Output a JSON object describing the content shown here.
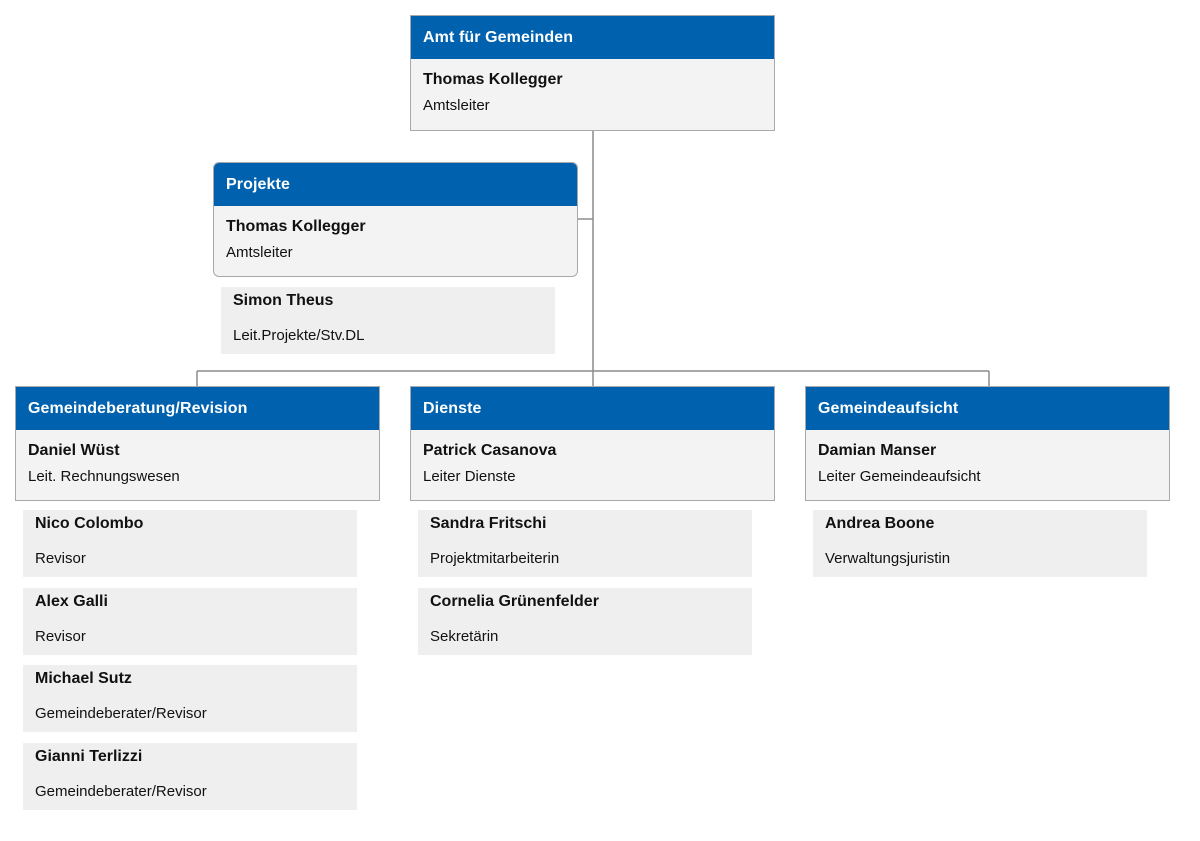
{
  "top": {
    "title": "Amt für Gemeinden",
    "name": "Thomas Kollegger",
    "role": "Amtsleiter"
  },
  "projekte": {
    "title": "Projekte",
    "name": "Thomas Kollegger",
    "role": "Amtsleiter",
    "members": [
      {
        "name": "Simon Theus",
        "role": "Leit.Projekte/Stv.DL"
      }
    ]
  },
  "departments": [
    {
      "title": "Gemeindeberatung/Revision",
      "name": "Daniel Wüst",
      "role": "Leit. Rechnungswesen",
      "members": [
        {
          "name": "Nico Colombo",
          "role": "Revisor"
        },
        {
          "name": "Alex Galli",
          "role": "Revisor"
        },
        {
          "name": "Michael Sutz",
          "role": "Gemeindeberater/Revisor"
        },
        {
          "name": "Gianni Terlizzi",
          "role": "Gemeindeberater/Revisor"
        }
      ]
    },
    {
      "title": "Dienste",
      "name": "Patrick Casanova",
      "role": "Leiter Dienste",
      "members": [
        {
          "name": "Sandra Fritschi",
          "role": "Projektmitarbeiterin"
        },
        {
          "name": "Cornelia Grünenfelder",
          "role": "Sekretärin"
        }
      ]
    },
    {
      "title": "Gemeindeaufsicht",
      "name": "Damian Manser",
      "role": "Leiter Gemeindeaufsicht",
      "members": [
        {
          "name": "Andrea Boone",
          "role": "Verwaltungsjuristin"
        }
      ]
    }
  ],
  "colors": {
    "header": "#0061ae",
    "box": "#f3f3f3",
    "member": "#efefef",
    "border": "#a7a9ac",
    "line": "#8c8c8c"
  }
}
